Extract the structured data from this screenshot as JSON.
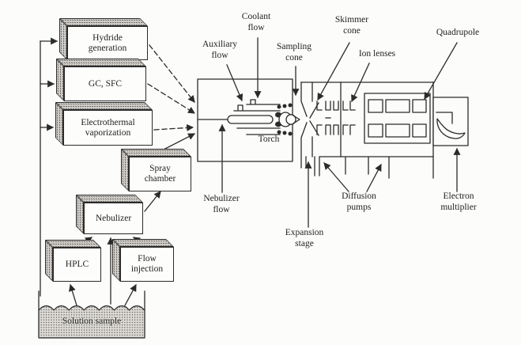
{
  "figure": {
    "ink_color": "#2b2b2b",
    "paper_color": "#fcfcfa",
    "stipple_color": "#55504a"
  },
  "boxes": {
    "hydride": {
      "label": "Hydride\ngeneration"
    },
    "gc_sfc": {
      "label": "GC, SFC"
    },
    "electrothermal": {
      "label": "Electrothermal\nvaporization"
    },
    "spray_chamber": {
      "label": "Spray\nchamber"
    },
    "nebulizer": {
      "label": "Nebulizer"
    },
    "hplc": {
      "label": "HPLC"
    },
    "flow_injection": {
      "label": "Flow\ninjection"
    },
    "torch": {
      "label": "Torch"
    },
    "solution_sample": {
      "label": "Solution sample"
    }
  },
  "callouts": {
    "coolant_flow": {
      "label": "Coolant\nflow"
    },
    "auxiliary_flow": {
      "label": "Auxiliary\nflow"
    },
    "sampling_cone": {
      "label": "Sampling\ncone"
    },
    "skimmer_cone": {
      "label": "Skimmer\ncone"
    },
    "ion_lenses": {
      "label": "Ion lenses"
    },
    "quadrupole": {
      "label": "Quadrupole"
    },
    "nebulizer_flow": {
      "label": "Nebulizer\nflow"
    },
    "expansion_stage": {
      "label": "Expansion\nstage"
    },
    "diffusion_pumps": {
      "label": "Diffusion\npumps"
    },
    "electron_multiplier": {
      "label": "Electron\nmultiplier"
    }
  }
}
